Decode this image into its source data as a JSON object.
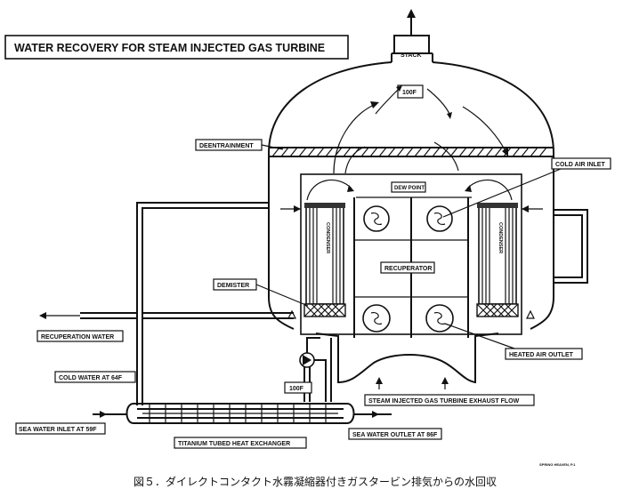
{
  "title": "WATER RECOVERY FOR STEAM INJECTED GAS TURBINE",
  "labels": {
    "stack": "STACK",
    "temp_top": "100F",
    "deentrainment": "DEENTRAINMENT",
    "dew_point": "DEW POINT",
    "cold_air_inlet": "COLD AIR INLET",
    "condenser": "CONDENSER",
    "recuperator": "RECUPERATOR",
    "demister": "DEMISTER",
    "recuperation_water": "RECUPERATION WATER",
    "cold_water": "COLD WATER AT 64F",
    "temp_pump": "100F",
    "heated_air_outlet": "HEATED AIR OUTLET",
    "exhaust_flow": "STEAM INJECTED GAS TURBINE EXHAUST FLOW",
    "sea_water_inlet": "SEA WATER INLET AT 59F",
    "sea_water_outlet": "SEA WATER OUTLET AT 86F",
    "heat_exchanger": "TITANIUM TUBED HEAT EXCHANGER",
    "drawing_code": "SPRING HEAVEN, P.1"
  },
  "caption": "図５．ダイレクトコンタクト水霧凝縮器付きガスタービン排気からの水回収"
}
